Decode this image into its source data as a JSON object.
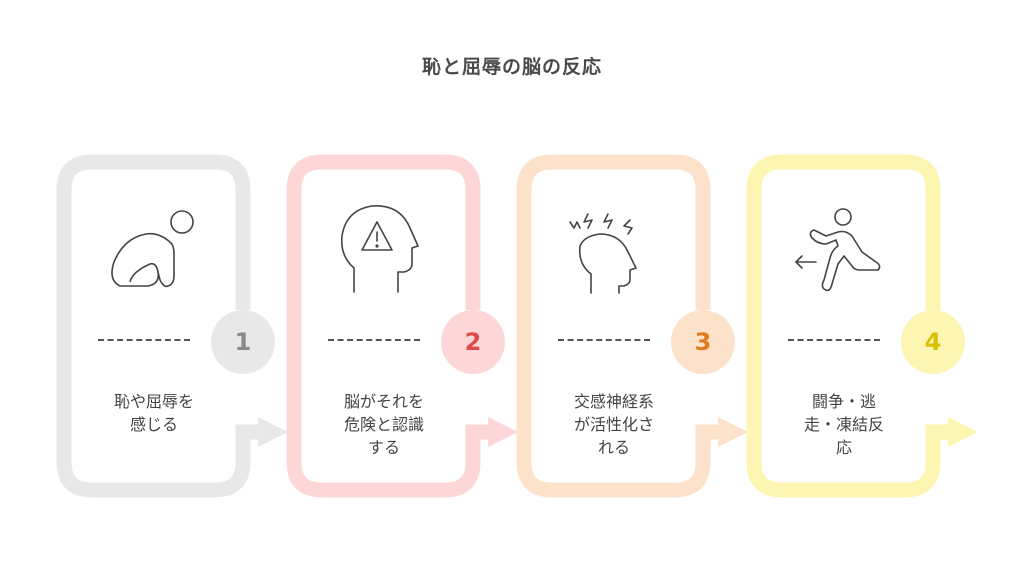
{
  "title": "恥と屈辱の脳の反応",
  "steps": [
    {
      "number": "1",
      "label_lines": [
        "恥や屈辱を",
        "感じる"
      ],
      "icon": "crouching-person-icon",
      "color": "#e8e8e8",
      "number_color": "#8a8a8a"
    },
    {
      "number": "2",
      "label_lines": [
        "脳がそれを",
        "危険と認識",
        "する"
      ],
      "icon": "head-warning-icon",
      "color": "#fdd7d7",
      "number_color": "#e0484b"
    },
    {
      "number": "3",
      "label_lines": [
        "交感神経系",
        "が活性化さ",
        "れる"
      ],
      "icon": "head-stress-icon",
      "color": "#fde2cb",
      "number_color": "#e07b1e"
    },
    {
      "number": "4",
      "label_lines": [
        "闘争・逃",
        "走・凍結反",
        "応"
      ],
      "icon": "running-person-icon",
      "color": "#fdf5b2",
      "number_color": "#d8c000"
    }
  ]
}
